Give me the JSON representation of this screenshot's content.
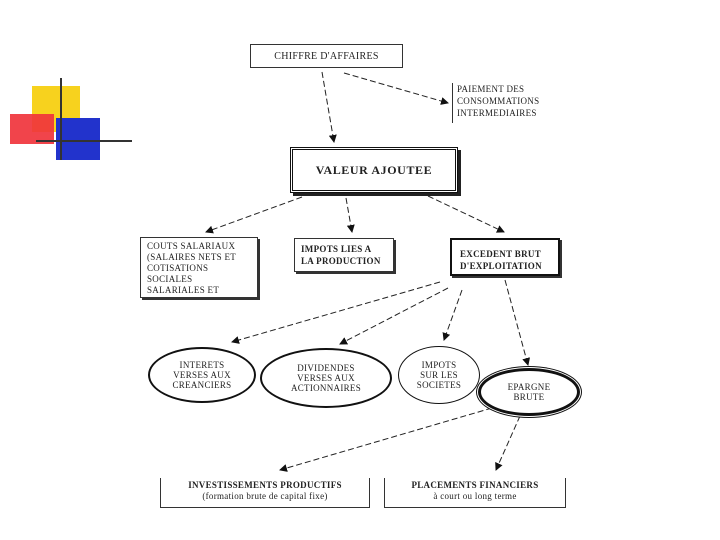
{
  "nodes": {
    "ca": [
      "CHIFFRE D'AFFAIRES"
    ],
    "conso": [
      "PAIEMENT DES",
      "CONSOMMATIONS",
      "INTERMEDIAIRES"
    ],
    "va": [
      "VALEUR AJOUTEE"
    ],
    "couts": [
      "COUTS SALARIAUX",
      "(SALAIRES NETS ET",
      "COTISATIONS",
      "SOCIALES",
      "SALARIALES ET"
    ],
    "impots_prod": [
      "IMPOTS LIES A",
      "LA PRODUCTION"
    ],
    "ebe": [
      "EXCEDENT BRUT",
      "D'EXPLOITATION"
    ],
    "interets": [
      "INTERETS",
      "VERSES AUX",
      "CREANCIERS"
    ],
    "dividendes": [
      "DIVIDENDES",
      "VERSES AUX",
      "ACTIONNAIRES"
    ],
    "impots_soc": [
      "IMPOTS",
      "SUR LES",
      "SOCIETES"
    ],
    "epargne": [
      "EPARGNE",
      "BRUTE"
    ],
    "invest": [
      "INVESTISSEMENTS PRODUCTIFS",
      "(formation brute de capital fixe)"
    ],
    "placements": [
      "PLACEMENTS FINANCIERS",
      "à court ou long terme"
    ]
  },
  "colors": {
    "deco_yellow": "#f7d21e",
    "deco_red": "#f0343c",
    "deco_blue": "#2233cc",
    "deco_line": "#333333"
  }
}
